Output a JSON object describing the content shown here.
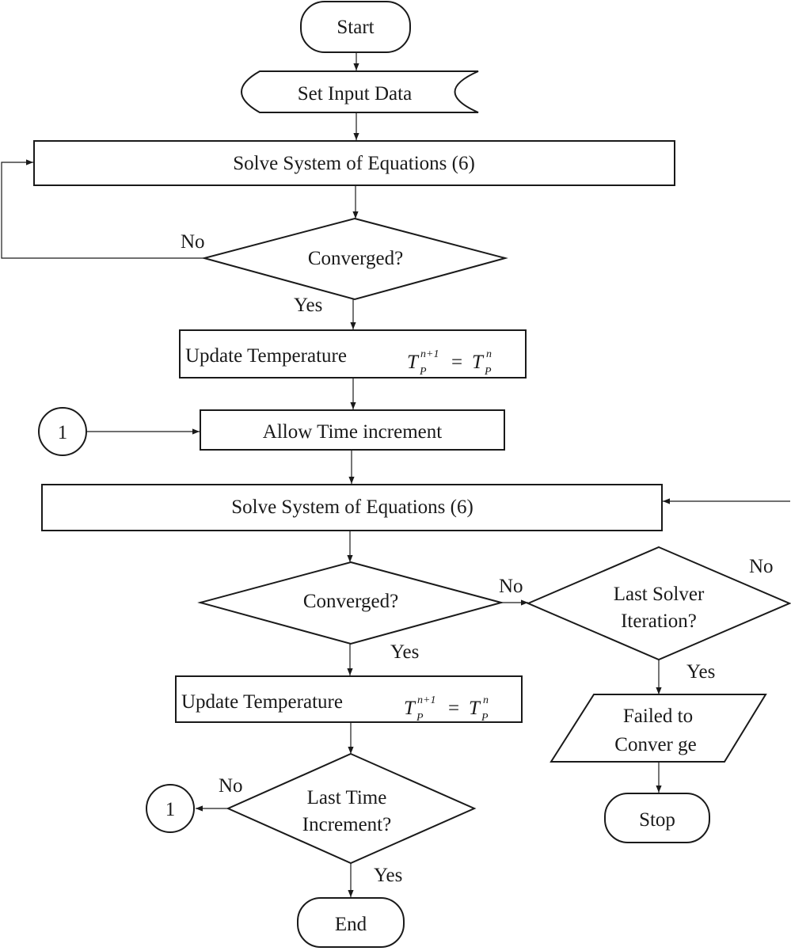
{
  "nodes": {
    "start": "Start",
    "input": "Set Input Data",
    "solve1": "Solve System of Equations (6)",
    "conv1": "Converged?",
    "update1": "Update Temperature",
    "connector_in": "1",
    "time_inc": "Allow Time increment",
    "solve2": "Solve System of Equations (6)",
    "conv2": "Converged?",
    "last_solver_1": "Last Solver",
    "last_solver_2": "Iteration?",
    "update2": "Update Temperature",
    "failed_1": "Failed to",
    "failed_2": "Conver ge",
    "stop": "Stop",
    "last_time_1": "Last Time",
    "last_time_2": "Increment?",
    "connector_out": "1",
    "end": "End"
  },
  "equation": {
    "T": "T",
    "sub": "P",
    "sup_left": "n+1",
    "eq": "=",
    "sup_right": "n"
  },
  "edge_labels": {
    "no1": "No",
    "yes1": "Yes",
    "no2": "No",
    "no3": "No",
    "yes2": "Yes",
    "yes3": "Yes",
    "no4": "No",
    "yes4": "Yes"
  }
}
